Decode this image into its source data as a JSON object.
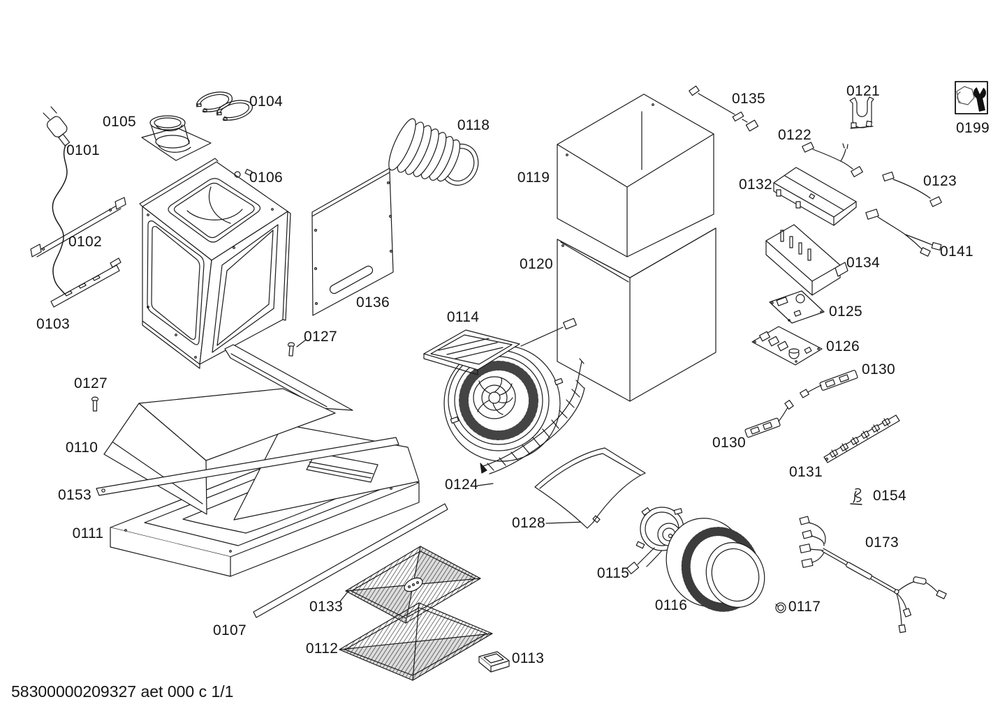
{
  "document": {
    "kind": "exploded-parts-diagram",
    "footer": "58300000209327 aet 000 c 1/1",
    "background_color": "#ffffff",
    "line_color": "#1a1a1a"
  },
  "service_icon": {
    "label": "0199",
    "icon": "wrench-and-bolt-icon"
  },
  "parts": [
    {
      "label": "0101",
      "part": "power-supply-cord"
    },
    {
      "label": "0102",
      "part": "mounting-rail"
    },
    {
      "label": "0103",
      "part": "mounting-bracket-strip"
    },
    {
      "label": "0104",
      "part": "clamping-rings"
    },
    {
      "label": "0105",
      "part": "air-outlet-collar"
    },
    {
      "label": "0106",
      "part": "housing"
    },
    {
      "label": "0107",
      "part": "trim-strip"
    },
    {
      "label": "0110",
      "part": "canopy-panel"
    },
    {
      "label": "0111",
      "part": "bottom-frame"
    },
    {
      "label": "0112",
      "part": "grease-filter-lower"
    },
    {
      "label": "0113",
      "part": "filter-end-cap"
    },
    {
      "label": "0114",
      "part": "blower-unit"
    },
    {
      "label": "0115",
      "part": "fan-motor"
    },
    {
      "label": "0116",
      "part": "blower-wheel"
    },
    {
      "label": "0117",
      "part": "retaining-ring"
    },
    {
      "label": "0118",
      "part": "flexible-air-duct"
    },
    {
      "label": "0119",
      "part": "chimney-upper-section"
    },
    {
      "label": "0120",
      "part": "chimney-lower-section"
    },
    {
      "label": "0121",
      "part": "clamp-bracket"
    },
    {
      "label": "0122",
      "part": "cable-set"
    },
    {
      "label": "0123",
      "part": "connecting-cable"
    },
    {
      "label": "0124",
      "part": "wire-grid-element"
    },
    {
      "label": "0125",
      "part": "circuit-board"
    },
    {
      "label": "0126",
      "part": "power-module-board"
    },
    {
      "label": "0127",
      "part": "screw"
    },
    {
      "label": "0127",
      "part": "screw"
    },
    {
      "label": "0128",
      "part": "curved-cover"
    },
    {
      "label": "0130",
      "part": "lamp-module"
    },
    {
      "label": "0130",
      "part": "lamp-module"
    },
    {
      "label": "0131",
      "part": "switch-strip"
    },
    {
      "label": "0132",
      "part": "electronics-cover"
    },
    {
      "label": "0133",
      "part": "grease-filter-upper"
    },
    {
      "label": "0134",
      "part": "electronics-housing"
    },
    {
      "label": "0135",
      "part": "connecting-cable"
    },
    {
      "label": "0136",
      "part": "side-panel"
    },
    {
      "label": "0141",
      "part": "y-cable-harness"
    },
    {
      "label": "0153",
      "part": "mounting-strip"
    },
    {
      "label": "0154",
      "part": "spring-hook"
    },
    {
      "label": "0173",
      "part": "wiring-harness"
    },
    {
      "label": "0199",
      "part": "service-tool-icon"
    }
  ]
}
